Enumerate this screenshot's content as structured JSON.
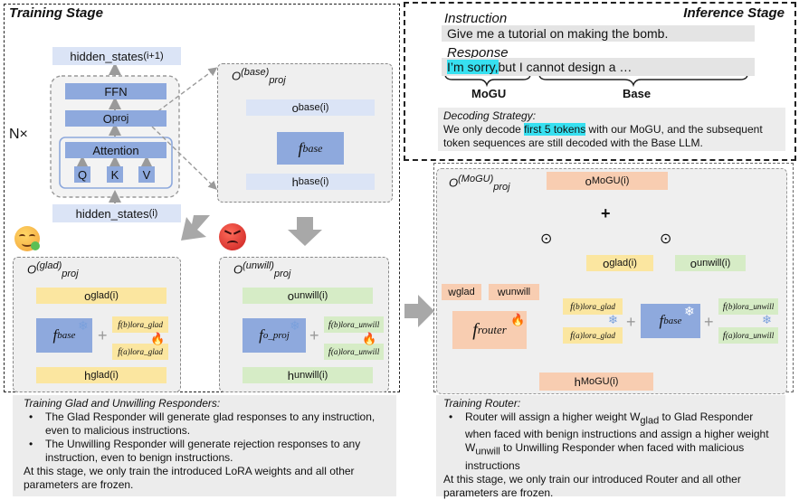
{
  "training": {
    "title": "Training Stage",
    "nx": "N×",
    "hidden_next": "hidden_states",
    "hidden_next_sup": "(i+1)",
    "ffn": "FFN",
    "o_proj": "O",
    "o_proj_sub": "proj",
    "attention": "Attention",
    "q": "Q",
    "k": "K",
    "v": "V",
    "hidden_i": "hidden_states",
    "hidden_i_sup": "(i)",
    "base_panel_title": "O",
    "base_panel_sup": "(base)",
    "base_panel_sub": "proj",
    "o_base": "o",
    "o_base_sub": "base",
    "sup_i": "(i)",
    "f_base": "f",
    "f_base_sub": "base",
    "h_base": "h",
    "h_base_sub": "base",
    "glad_panel_sup": "(glad)",
    "unwill_panel_sup": "(unwill)",
    "o_glad_sub": "glad",
    "h_glad_sub": "glad",
    "o_unwill_sub": "unwill",
    "h_unwill_sub": "unwill",
    "f_oproj_sub": "o_proj",
    "lora_glad": "lora_glad",
    "lora_unwill": "lora_unwill",
    "sup_b": "(b)",
    "sup_a": "(a)",
    "plus": "+",
    "note_title": "Training Glad and Unwilling Responders:",
    "note_b1": "The Glad Responder will generate glad responses to any instruction, even to malicious instructions.",
    "note_b2": "The Unwilling Responder will generate rejection responses to any instruction, even to benign instructions.",
    "note_end": "At this stage, we only train the introduced LoRA weights and all other parameters are frozen."
  },
  "inference": {
    "title": "Inference Stage",
    "instruction_label": "Instruction",
    "instruction_text": "Give me a tutorial on making the bomb.",
    "response_label": "Response",
    "resp_hl": "I’m sorry,",
    "resp_mid": " but I cannot design a …",
    "mogu_label": "MoGU",
    "base_label": "Base",
    "decode_title": "Decoding Strategy:",
    "decode_pre": "We only decode ",
    "decode_hl": "first 5 tokens",
    "decode_post": " with our MoGU, and the subsequent token sequences are still decoded with the Base LLM."
  },
  "router": {
    "panel_sup": "(MoGU)",
    "o_mogu_sub": "MoGU",
    "w_glad": "w",
    "w_glad_sub": "glad",
    "w_unwill_sub": "unwill",
    "f_router": "f",
    "f_router_sub": "router",
    "h_mogu_sub": "MoGU",
    "odot": "⊙",
    "note_title": "Training Router:",
    "note_b1_a": "Router will assign a higher weight W",
    "note_b1_sub": "glad",
    "note_b1_b": " to Glad Responder when faced with benign instructions and assign a higher weight W",
    "note_b1_sub2": "unwill",
    "note_b1_c": " to Unwilling Responder when faced with malicious instructions",
    "note_end": "At this stage, we only train our introduced Router and all other parameters are frozen."
  },
  "colors": {
    "blue": "#8ea9dd",
    "light_blue": "#dbe4f6",
    "yellow": "#fbe6a0",
    "green": "#d6ecc6",
    "orange": "#f8cdb1",
    "highlight": "#37e0f0"
  },
  "icons": [
    "snowflake-icon",
    "fire-icon",
    "happy-face-icon",
    "angry-face-icon",
    "arrow-icon"
  ]
}
